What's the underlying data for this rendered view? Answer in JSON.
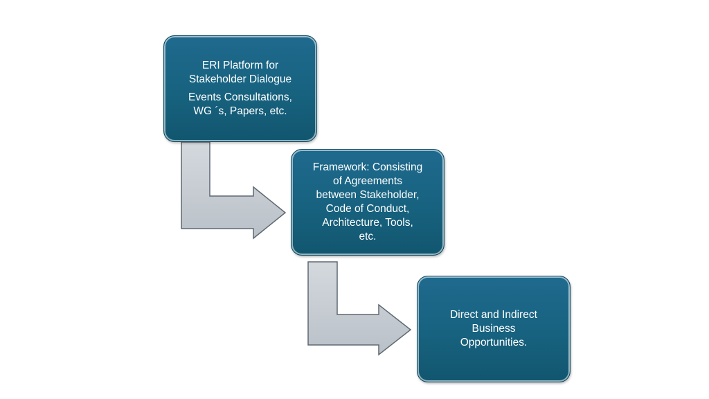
{
  "diagram": {
    "nodes": [
      {
        "id": "platform",
        "lines": [
          "ERI Platform for\nStakeholder Dialogue",
          "Events Consultations,\nWG ´s, Papers, etc."
        ]
      },
      {
        "id": "framework",
        "lines": [
          "Framework: Consisting\nof Agreements\nbetween Stakeholder,\nCode of Conduct,\nArchitecture, Tools,\netc."
        ]
      },
      {
        "id": "opportunities",
        "lines": [
          "Direct and Indirect\nBusiness\nOpportunities."
        ]
      }
    ],
    "edges": [
      {
        "from": "platform",
        "to": "framework"
      },
      {
        "from": "framework",
        "to": "opportunities"
      }
    ],
    "colors": {
      "box_fill": "#1a6585",
      "box_text": "#ffffff",
      "arrow_fill": "#c6ccd2",
      "arrow_stroke": "#5e6872"
    }
  }
}
